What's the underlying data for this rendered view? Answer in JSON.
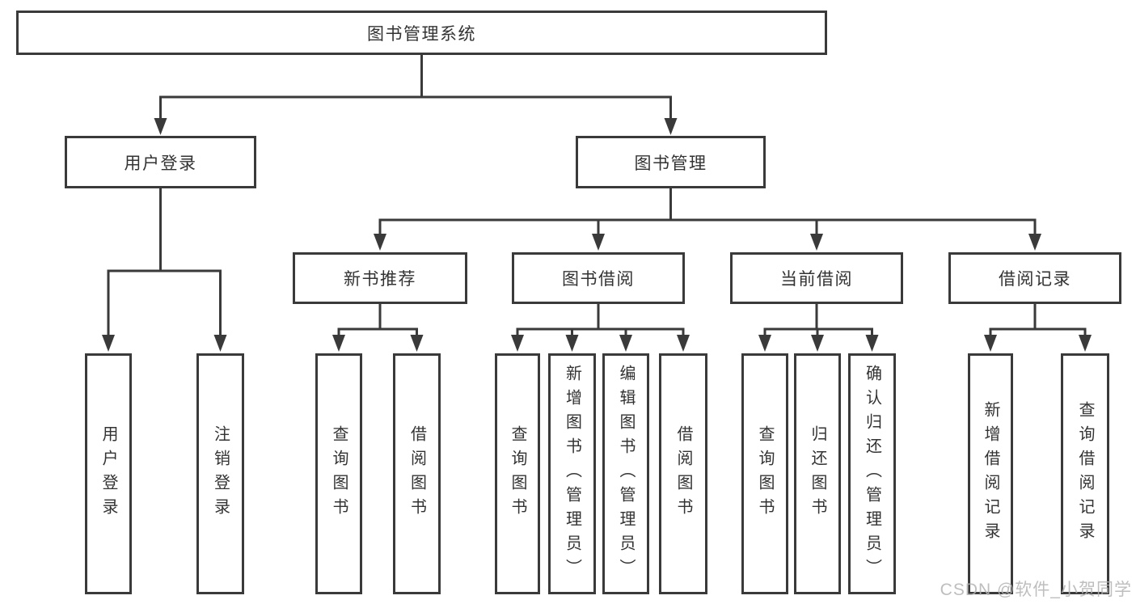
{
  "diagram": {
    "root": "图书管理系统",
    "level2": [
      {
        "label": "用户登录"
      },
      {
        "label": "图书管理"
      }
    ],
    "level3": [
      {
        "label": "新书推荐"
      },
      {
        "label": "图书借阅"
      },
      {
        "label": "当前借阅"
      },
      {
        "label": "借阅记录"
      }
    ],
    "leaves": {
      "userLogin": [
        "用户登录",
        "注销登录"
      ],
      "newBooks": [
        "查询图书",
        "借阅图书"
      ],
      "bookBorrow": [
        "查询图书",
        "新增图书（管理员）",
        "编辑图书（管理员）",
        "借阅图书"
      ],
      "currentBorrow": [
        "查询图书",
        "归还图书",
        "确认归还（管理员）"
      ],
      "borrowRecords": [
        "新增借阅记录",
        "查询借阅记录"
      ]
    }
  },
  "watermark": "CSDN @软件_小贺同学",
  "colors": {
    "line": "#3a3a3a",
    "text": "#333333",
    "watermark": "#b3b3b3",
    "background": "#ffffff"
  }
}
